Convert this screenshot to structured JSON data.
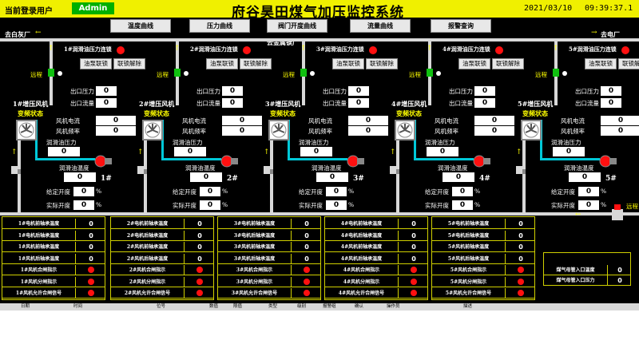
{
  "header": {
    "login_label": "当前登录用户",
    "user": "Admin",
    "title": "府谷昊田煤气加压监控系统",
    "date": "2021/03/10",
    "time": "09:39:37.1"
  },
  "nav": [
    "温度曲线",
    "压力曲线",
    "阀门开度曲线",
    "流量曲线",
    "报警查询"
  ],
  "destinations": {
    "left": "去白灰厂",
    "middle": "去金属镁厂",
    "right": "去电厂"
  },
  "common_labels": {
    "oil_interlock_suffix": "#润滑油压力连锁",
    "oil_pump_link": "油泵联锁",
    "link_release": "联锁解除",
    "remote": "远程",
    "outlet_pressure": "出口压力",
    "outlet_flow": "出口流量",
    "fan_current": "风机电流",
    "fan_freq": "风机频率",
    "lube_pressure": "润滑油压力",
    "lube_temp": "润滑油温度",
    "set_opening": "给定开度",
    "actual_opening": "实际开度",
    "percent": "%",
    "fan_suffix": "#增压风机",
    "fan_state": "变频状态"
  },
  "units": [
    {
      "id": "1",
      "outlet_pressure": "0",
      "outlet_flow": "0",
      "fan_current": "0",
      "fan_freq": "0",
      "lube_pressure": "0",
      "lube_temp": "0",
      "set_opening": "0",
      "actual_opening": "0",
      "label": "1#"
    },
    {
      "id": "2",
      "outlet_pressure": "0",
      "outlet_flow": "0",
      "fan_current": "0",
      "fan_freq": "0",
      "lube_pressure": "0",
      "lube_temp": "0",
      "set_opening": "0",
      "actual_opening": "0",
      "label": "2#"
    },
    {
      "id": "3",
      "outlet_pressure": "0",
      "outlet_flow": "0",
      "fan_current": "0",
      "fan_freq": "0",
      "lube_pressure": "0",
      "lube_temp": "0",
      "set_opening": "0",
      "actual_opening": "0",
      "label": "3#"
    },
    {
      "id": "4",
      "outlet_pressure": "0",
      "outlet_flow": "0",
      "fan_current": "0",
      "fan_freq": "0",
      "lube_pressure": "0",
      "lube_temp": "0",
      "set_opening": "0",
      "actual_opening": "0",
      "label": "4#"
    },
    {
      "id": "5",
      "outlet_pressure": "0",
      "outlet_flow": "0",
      "fan_current": "0",
      "fan_freq": "0",
      "lube_pressure": "0",
      "lube_temp": "0",
      "set_opening": "0",
      "actual_opening": "0",
      "label": "5#"
    }
  ],
  "right_remote": "远程",
  "panels": [
    {
      "rows": [
        {
          "label": "1#电机前轴承温度",
          "value": "0"
        },
        {
          "label": "1#电机后轴承温度",
          "value": "0"
        },
        {
          "label": "1#风机前轴承温度",
          "value": "0"
        },
        {
          "label": "1#风机后轴承温度",
          "value": "0"
        },
        {
          "label": "1#风机合闸指示",
          "value": ""
        },
        {
          "label": "1#风机分闸指示",
          "value": ""
        },
        {
          "label": "1#风机允许合闸信号",
          "value": ""
        }
      ]
    },
    {
      "rows": [
        {
          "label": "2#电机前轴承温度",
          "value": "0"
        },
        {
          "label": "2#电机后轴承温度",
          "value": "0"
        },
        {
          "label": "2#风机前轴承温度",
          "value": "0"
        },
        {
          "label": "2#风机后轴承温度",
          "value": "0"
        },
        {
          "label": "2#风机合闸指示",
          "value": ""
        },
        {
          "label": "2#风机分闸指示",
          "value": ""
        },
        {
          "label": "2#风机允许合闸信号",
          "value": ""
        }
      ]
    },
    {
      "rows": [
        {
          "label": "3#电机前轴承温度",
          "value": "0"
        },
        {
          "label": "3#电机后轴承温度",
          "value": "0"
        },
        {
          "label": "3#风机前轴承温度",
          "value": "0"
        },
        {
          "label": "3#风机后轴承温度",
          "value": "0"
        },
        {
          "label": "3#风机合闸指示",
          "value": ""
        },
        {
          "label": "3#风机分闸指示",
          "value": ""
        },
        {
          "label": "3#风机允许合闸信号",
          "value": ""
        }
      ]
    },
    {
      "rows": [
        {
          "label": "4#电机前轴承温度",
          "value": "0"
        },
        {
          "label": "4#电机后轴承温度",
          "value": "0"
        },
        {
          "label": "4#风机前轴承温度",
          "value": "0"
        },
        {
          "label": "4#风机后轴承温度",
          "value": "0"
        },
        {
          "label": "4#风机合闸指示",
          "value": ""
        },
        {
          "label": "4#风机分闸指示",
          "value": ""
        },
        {
          "label": "4#风机允许合闸信号",
          "value": ""
        }
      ]
    },
    {
      "rows": [
        {
          "label": "5#电机前轴承温度",
          "value": "0"
        },
        {
          "label": "5#电机后轴承温度",
          "value": "0"
        },
        {
          "label": "5#风机前轴承温度",
          "value": "0"
        },
        {
          "label": "5#风机后轴承温度",
          "value": "0"
        },
        {
          "label": "5#风机合闸指示",
          "value": ""
        },
        {
          "label": "5#风机分闸指示",
          "value": ""
        },
        {
          "label": "5#风机允许合闸信号",
          "value": ""
        }
      ]
    }
  ],
  "main_panel": {
    "rows": [
      {
        "label": "煤气母管入口温度",
        "value": "0"
      },
      {
        "label": "煤气母管入口压力",
        "value": "0"
      }
    ]
  },
  "alarm_columns": [
    "日期",
    "时间",
    "位号",
    "数值",
    "限值",
    "类型",
    "级别",
    "报警组",
    "确认",
    "操作员",
    "描述"
  ],
  "colors": {
    "header_bg": "#f0f000",
    "pipe": "#d8d8d8",
    "pipe_cyan": "#00c8d8",
    "alarm_red": "#ff1010",
    "user_green": "#00b000"
  }
}
